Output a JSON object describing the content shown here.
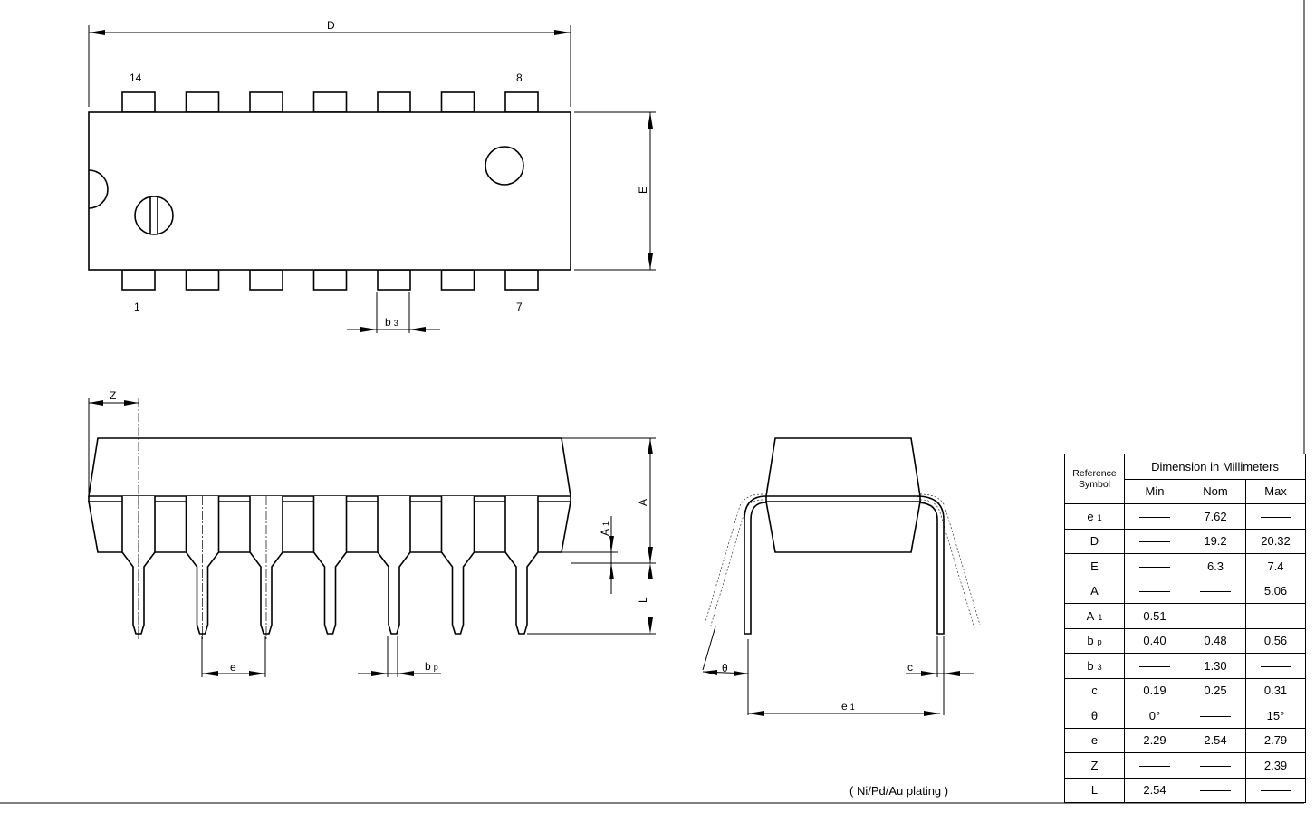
{
  "top_view": {
    "dim_D": "D",
    "dim_E": "E",
    "dim_b3": "b",
    "dim_b3_sub": "3",
    "pin_top_left": "14",
    "pin_top_right": "8",
    "pin_bottom_left": "1",
    "pin_bottom_right": "7"
  },
  "side_view": {
    "dim_Z": "Z",
    "dim_A": "A",
    "dim_A1": "A",
    "dim_A1_sub": "1",
    "dim_L": "L",
    "dim_e": "e",
    "dim_bp": "b",
    "dim_bp_sub": "p"
  },
  "end_view": {
    "dim_theta": "θ",
    "dim_c": "c",
    "dim_e1": "e",
    "dim_e1_sub": "1"
  },
  "table": {
    "ref_header_line1": "Reference",
    "ref_header_line2": "Symbol",
    "dim_header": "Dimension in Millimeters",
    "col_min": "Min",
    "col_nom": "Nom",
    "col_max": "Max",
    "rows": [
      {
        "sym": "e",
        "sub": "1",
        "min": "",
        "nom": "7.62",
        "max": ""
      },
      {
        "sym": "D",
        "sub": "",
        "min": "",
        "nom": "19.2",
        "max": "20.32"
      },
      {
        "sym": "E",
        "sub": "",
        "min": "",
        "nom": "6.3",
        "max": "7.4"
      },
      {
        "sym": "A",
        "sub": "",
        "min": "",
        "nom": "",
        "max": "5.06"
      },
      {
        "sym": "A",
        "sub": "1",
        "min": "0.51",
        "nom": "",
        "max": ""
      },
      {
        "sym": "b",
        "sub": "p",
        "min": "0.40",
        "nom": "0.48",
        "max": "0.56"
      },
      {
        "sym": "b",
        "sub": "3",
        "min": "",
        "nom": "1.30",
        "max": ""
      },
      {
        "sym": "c",
        "sub": "",
        "min": "0.19",
        "nom": "0.25",
        "max": "0.31"
      },
      {
        "sym": "θ",
        "sub": "",
        "min": "0°",
        "nom": "",
        "max": "15°"
      },
      {
        "sym": "e",
        "sub": "",
        "min": "2.29",
        "nom": "2.54",
        "max": "2.79"
      },
      {
        "sym": "Z",
        "sub": "",
        "min": "",
        "nom": "",
        "max": "2.39"
      },
      {
        "sym": "L",
        "sub": "",
        "min": "2.54",
        "nom": "",
        "max": ""
      }
    ]
  },
  "plating_note": "( Ni/Pd/Au plating )"
}
